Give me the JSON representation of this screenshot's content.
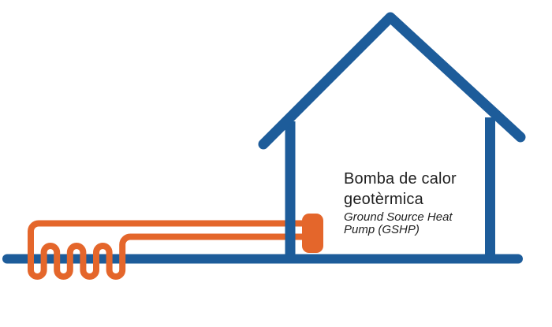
{
  "diagram": {
    "label": {
      "title_line1": "Bomba de calor",
      "title_line2": "geotèrmica",
      "subtitle_line1": "Ground Source Heat",
      "subtitle_line2": "Pump (GSHP)"
    },
    "colors": {
      "house_blue": "#1d5c9a",
      "pipe_orange": "#e4662b",
      "text": "#1f1f1f",
      "background": "#ffffff"
    }
  }
}
